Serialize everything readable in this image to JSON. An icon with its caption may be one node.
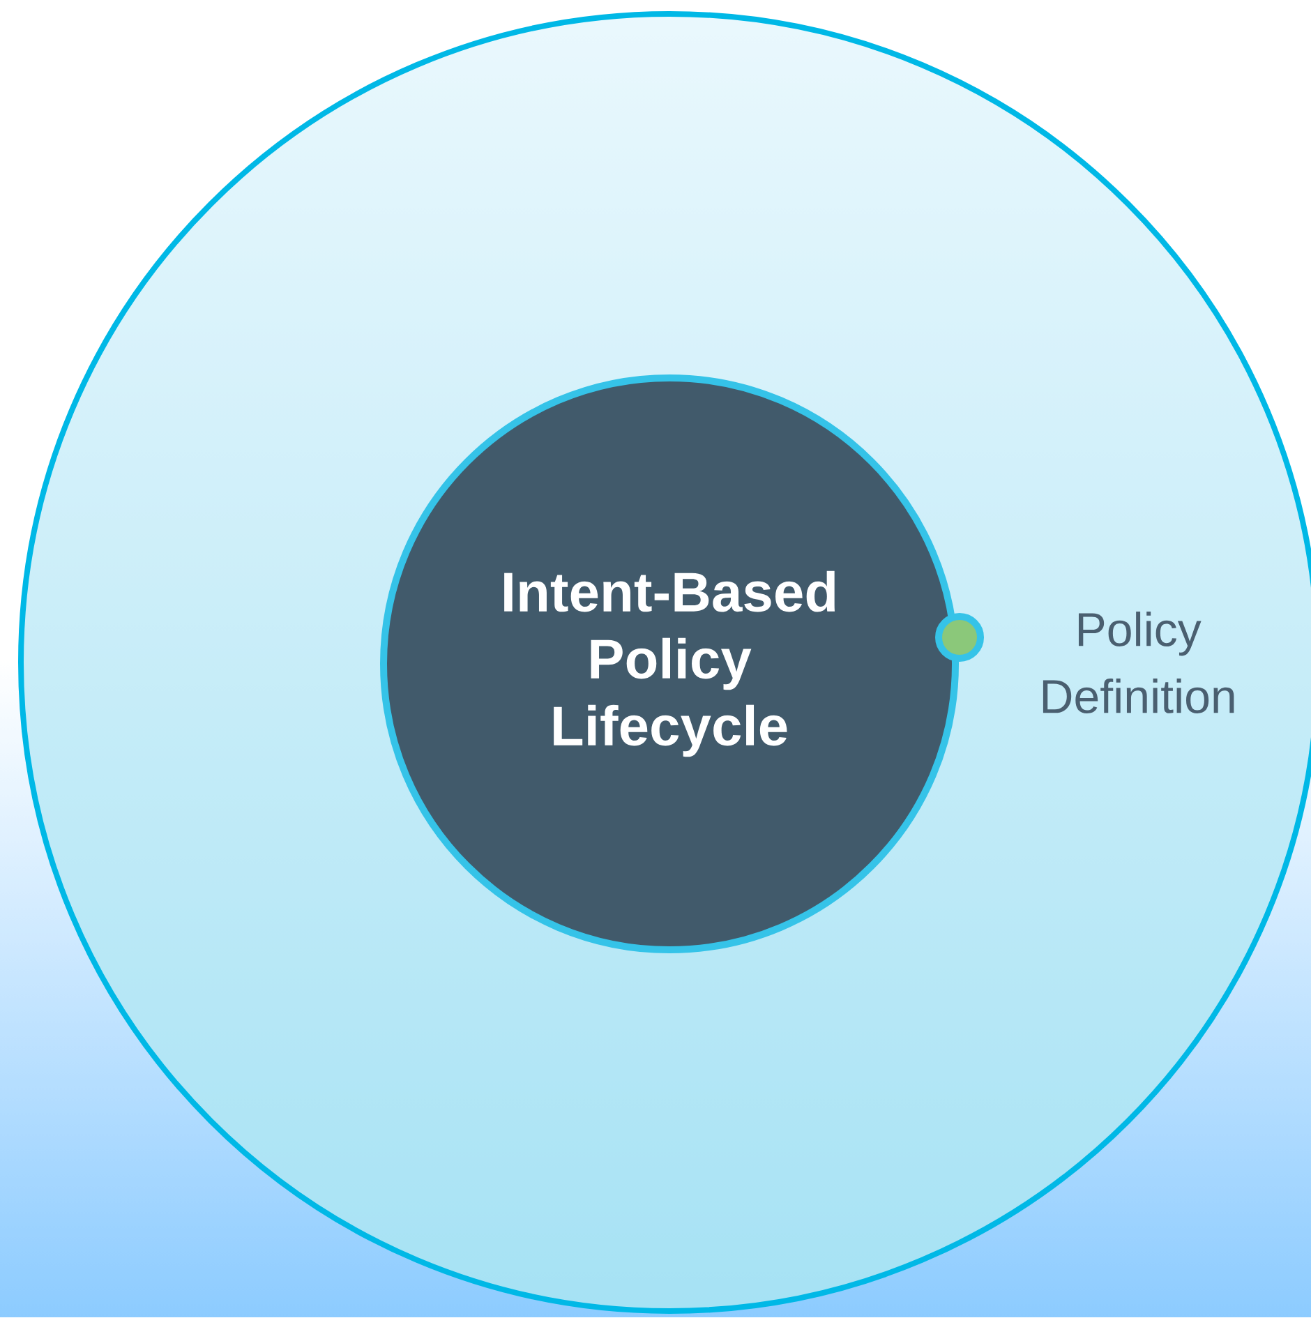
{
  "diagram": {
    "nodes": [
      {
        "text": [],
        "shape": "circle"
      },
      {
        "text": [
          "Intent-Based Policy Lifecycle"
        ],
        "in": 0
      },
      {
        "text": [],
        "shape": "circle",
        "beside": [
          "Policy Definition"
        ],
        "in": 0
      }
    ]
  }
}
